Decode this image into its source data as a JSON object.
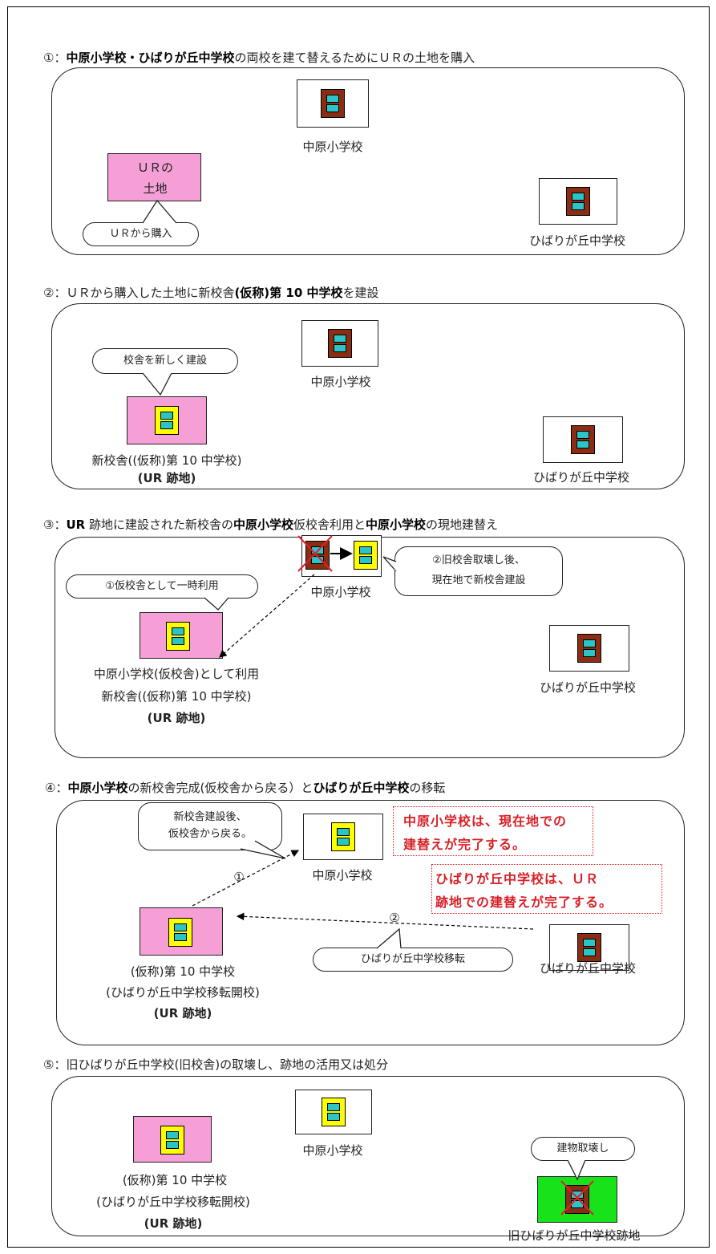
{
  "step1": {
    "title_prefix": "①：",
    "title_bold1": "中原小学校・ひばりが丘中学校",
    "title_rest": "の両校を建て替えるためにＵＲの土地を購入",
    "nakahara_label": "中原小学校",
    "ur_land_line1": "ＵＲの",
    "ur_land_line2": "土地",
    "bubble": "ＵＲから購入",
    "hibari_label": "ひばりが丘中学校"
  },
  "step2": {
    "title_prefix": "②：ＵＲから購入した土地に新校舎",
    "title_bold1": "(仮称)第 10 中学校",
    "title_rest": "を建設",
    "bubble": "校舎を新しく建設",
    "nakahara_label": "中原小学校",
    "new_label1": "新校舎((仮称)第 10 中学校)",
    "new_label2": "(UR 跡地)",
    "hibari_label": "ひばりが丘中学校"
  },
  "step3": {
    "title_prefix": "③：",
    "title_bold1": "UR",
    "title_mid1": " 跡地に建設された新校舎の",
    "title_bold2": "中原小学校",
    "title_mid2": "仮校舎利用と",
    "title_bold3": "中原小学校",
    "title_rest": "の現地建替え",
    "bubble_right_line1": "②旧校舎取壊し後、",
    "bubble_right_line2": "現在地で新校舎建設",
    "bubble_left": "①仮校舎として一時利用",
    "nakahara_label": "中原小学校",
    "temp_label1": "中原小学校(仮校舎)として利用",
    "temp_label2": "新校舎((仮称)第 10 中学校)",
    "temp_label3": "(UR 跡地)",
    "hibari_label": "ひばりが丘中学校"
  },
  "step4": {
    "title_prefix": "④：",
    "title_bold1": "中原小学校",
    "title_mid1": "の新校舎完成(仮校舎から戻る）と",
    "title_bold2": "ひばりが丘中学校",
    "title_rest": "の移転",
    "bubble_top_line1": "新校舎建設後、",
    "bubble_top_line2": "仮校舎から戻る。",
    "arrow1_label": "①",
    "arrow2_label": "②",
    "nakahara_label": "中原小学校",
    "note1_line1": "中原小学校は、現在地での",
    "note1_line2": "建替えが完了する。",
    "note2_line1": "ひばりが丘中学校は、ＵＲ",
    "note2_line2": "跡地での建替えが完了する。",
    "new_label1": "(仮称)第 10 中学校",
    "new_label2": "(ひばりが丘中学校移転開校)",
    "new_label3": "(UR 跡地)",
    "bubble_bottom": "ひばりが丘中学校移転",
    "hibari_label": "ひばりが丘中学校"
  },
  "step5": {
    "title": "⑤：旧ひばりが丘中学校(旧校舎)の取壊し、跡地の活用又は処分",
    "nakahara_label": "中原小学校",
    "bubble": "建物取壊し",
    "new_label1": "(仮称)第 10 中学校",
    "new_label2": "(ひばりが丘中学校移転開校)",
    "new_label3": "(UR 跡地)",
    "old_site_label": "旧ひばりが丘中学校跡地"
  },
  "colors": {
    "ur_land": "#f59fd6",
    "old_building": "#8b2d12",
    "new_building": "#ffff00",
    "window": "#2bc5c8",
    "demolished_site": "#17e31a",
    "note_red": "#d81f26"
  }
}
